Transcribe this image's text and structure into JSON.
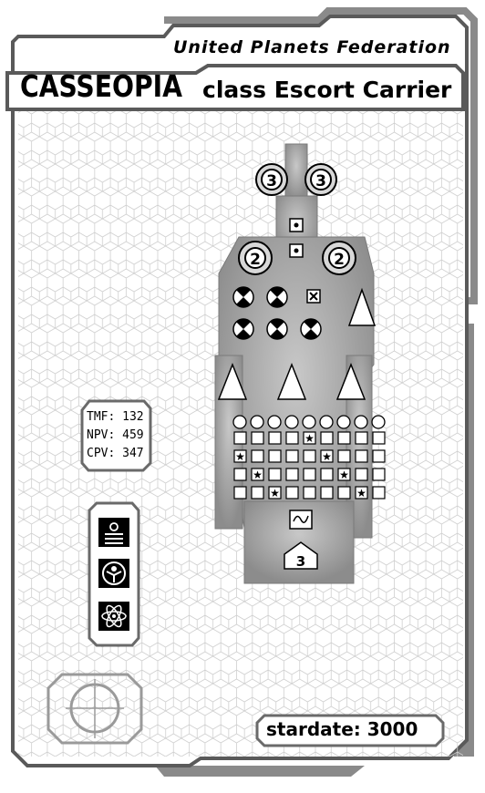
{
  "card": {
    "faction": "United Planets Federation",
    "ship_name": "CASSEOPIA",
    "ship_class": "class Escort Carrier",
    "stats": {
      "tmf": "TMF: 132",
      "npv": "NPV: 459",
      "cpv": "CPV: 347"
    },
    "stardate": "stardate: 3000",
    "weapons": {
      "heavy_turret_label": "3",
      "medium_turret_label": "2",
      "engine_label": "3"
    },
    "systems": [
      "crew-icon",
      "shield-emblem-icon",
      "atom-icon"
    ]
  }
}
